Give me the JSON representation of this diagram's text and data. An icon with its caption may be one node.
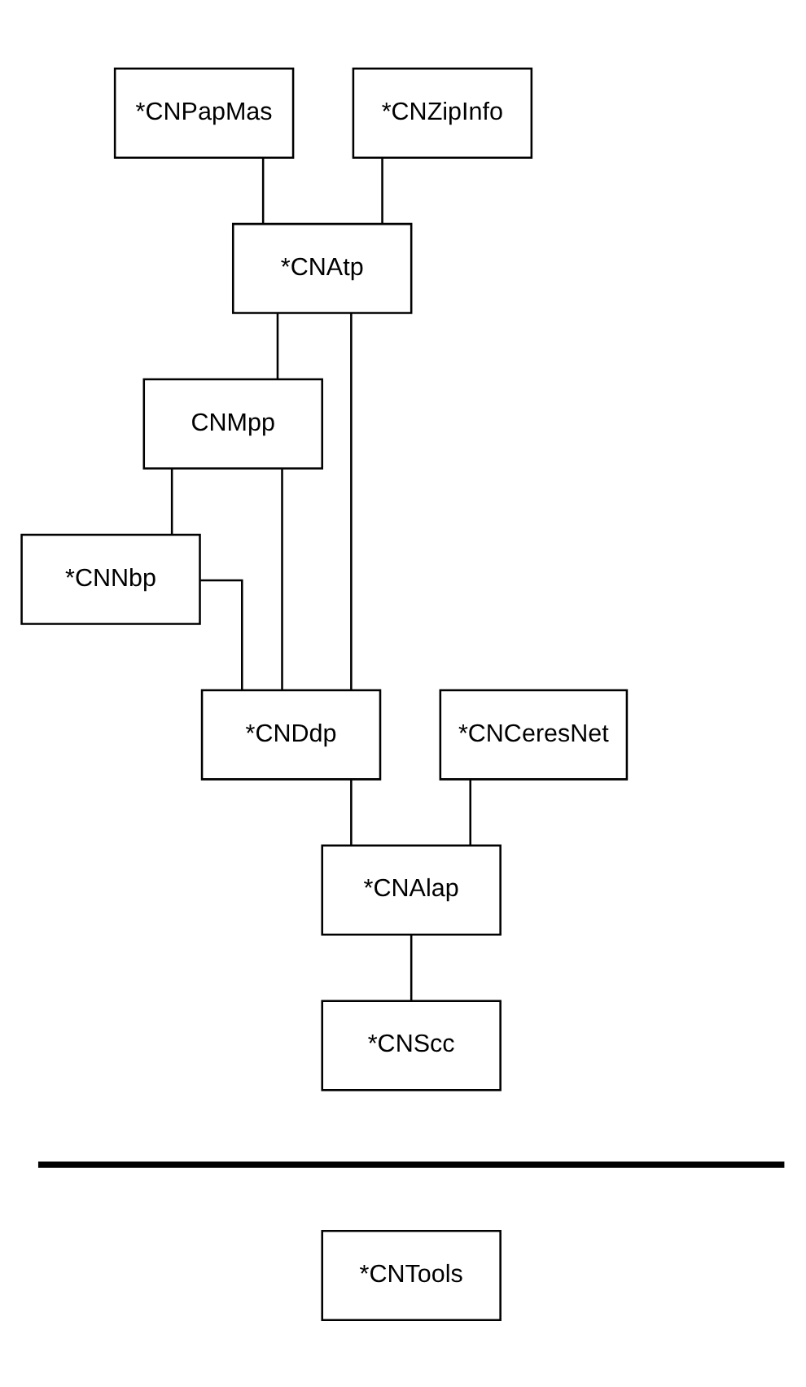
{
  "diagram": {
    "nodes": [
      {
        "text": [
          "*CNPapMas"
        ]
      },
      {
        "text": [
          "*CNZipInfo"
        ]
      },
      {
        "text": [
          "*CNAtp"
        ]
      },
      {
        "text": [
          "CNMpp"
        ]
      },
      {
        "text": [
          "*CNNbp"
        ]
      },
      {
        "text": [
          "*CNCeresNet"
        ]
      },
      {
        "text": [
          "*CNDdp"
        ]
      },
      {
        "text": [
          "*CNAlap"
        ]
      },
      {
        "text": [
          "*CNScc"
        ]
      },
      {
        "text": [
          "*CNTools"
        ]
      }
    ],
    "edges": [
      {
        "from": 0,
        "to": 2,
        "arrow": "none"
      },
      {
        "from": 1,
        "to": 2,
        "arrow": "none"
      },
      {
        "from": 2,
        "to": 3,
        "arrow": "none"
      },
      {
        "from": 2,
        "to": 6,
        "arrow": "none"
      },
      {
        "from": 3,
        "to": 6,
        "arrow": "none"
      },
      {
        "from": 3,
        "to": 4,
        "arrow": "none"
      },
      {
        "from": 4,
        "to": 6,
        "arrow": "none"
      },
      {
        "from": 5,
        "to": 7,
        "arrow": "none"
      },
      {
        "from": 6,
        "to": 7,
        "arrow": "none"
      },
      {
        "from": 7,
        "to": 8,
        "arrow": "none"
      }
    ]
  }
}
